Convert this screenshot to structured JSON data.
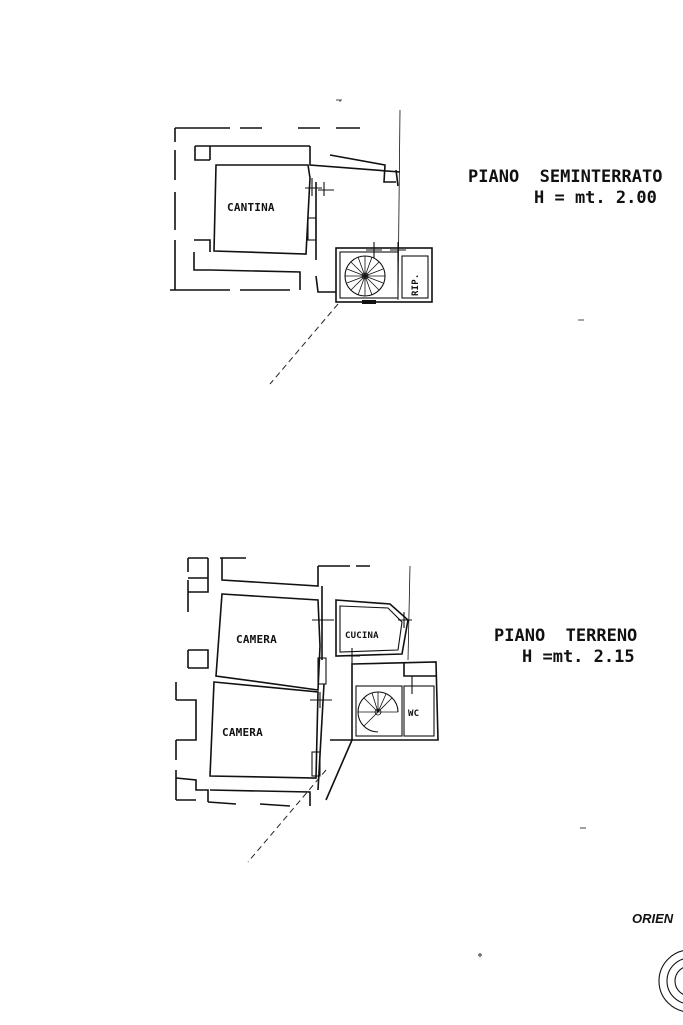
{
  "basement": {
    "title": "PIANO  SEMINTERRATO",
    "height": "H = mt. 2.00",
    "rooms": {
      "cantina": "CANTINA",
      "rip": "RIP."
    }
  },
  "ground": {
    "title": "PIANO  TERRENO",
    "height": "H =mt. 2.15",
    "rooms": {
      "camera1": "CAMERA",
      "camera2": "CAMERA",
      "cucina": "CUCINA",
      "wc": "WC"
    }
  },
  "orientation": {
    "label": "ORIEN"
  },
  "icons": [
    "spiral-staircase-icon",
    "compass-icon"
  ]
}
